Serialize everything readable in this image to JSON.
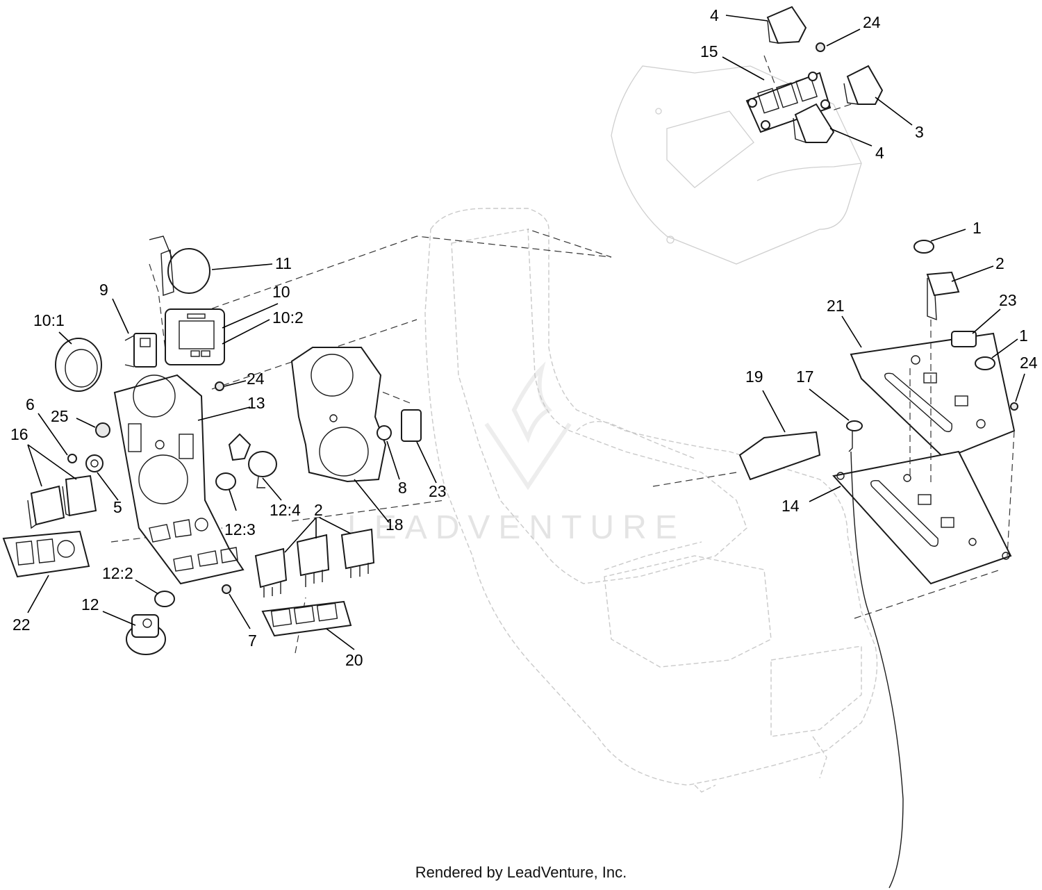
{
  "footer": "Rendered by LeadVenture, Inc.",
  "watermark": "LEADVENTURE",
  "callouts": [
    {
      "id": "c-4-top",
      "label": "4"
    },
    {
      "id": "c-24-top",
      "label": "24"
    },
    {
      "id": "c-15",
      "label": "15"
    },
    {
      "id": "c-3",
      "label": "3"
    },
    {
      "id": "c-4-bottom",
      "label": "4"
    },
    {
      "id": "c-1-top",
      "label": "1"
    },
    {
      "id": "c-2-right",
      "label": "2"
    },
    {
      "id": "c-21",
      "label": "21"
    },
    {
      "id": "c-23-right",
      "label": "23"
    },
    {
      "id": "c-1-right",
      "label": "1"
    },
    {
      "id": "c-24-right",
      "label": "24"
    },
    {
      "id": "c-19",
      "label": "19"
    },
    {
      "id": "c-17",
      "label": "17"
    },
    {
      "id": "c-14",
      "label": "14"
    },
    {
      "id": "c-11",
      "label": "11"
    },
    {
      "id": "c-10",
      "label": "10"
    },
    {
      "id": "c-10-2",
      "label": "10:2"
    },
    {
      "id": "c-9",
      "label": "9"
    },
    {
      "id": "c-10-1",
      "label": "10:1"
    },
    {
      "id": "c-24-left",
      "label": "24"
    },
    {
      "id": "c-13",
      "label": "13"
    },
    {
      "id": "c-6",
      "label": "6"
    },
    {
      "id": "c-25",
      "label": "25"
    },
    {
      "id": "c-16",
      "label": "16"
    },
    {
      "id": "c-5",
      "label": "5"
    },
    {
      "id": "c-12-4",
      "label": "12:4"
    },
    {
      "id": "c-12-3",
      "label": "12:3"
    },
    {
      "id": "c-8",
      "label": "8"
    },
    {
      "id": "c-23-left",
      "label": "23"
    },
    {
      "id": "c-18",
      "label": "18"
    },
    {
      "id": "c-2-left",
      "label": "2"
    },
    {
      "id": "c-12-2",
      "label": "12:2"
    },
    {
      "id": "c-12",
      "label": "12"
    },
    {
      "id": "c-22",
      "label": "22"
    },
    {
      "id": "c-7",
      "label": "7"
    },
    {
      "id": "c-20",
      "label": "20"
    }
  ]
}
